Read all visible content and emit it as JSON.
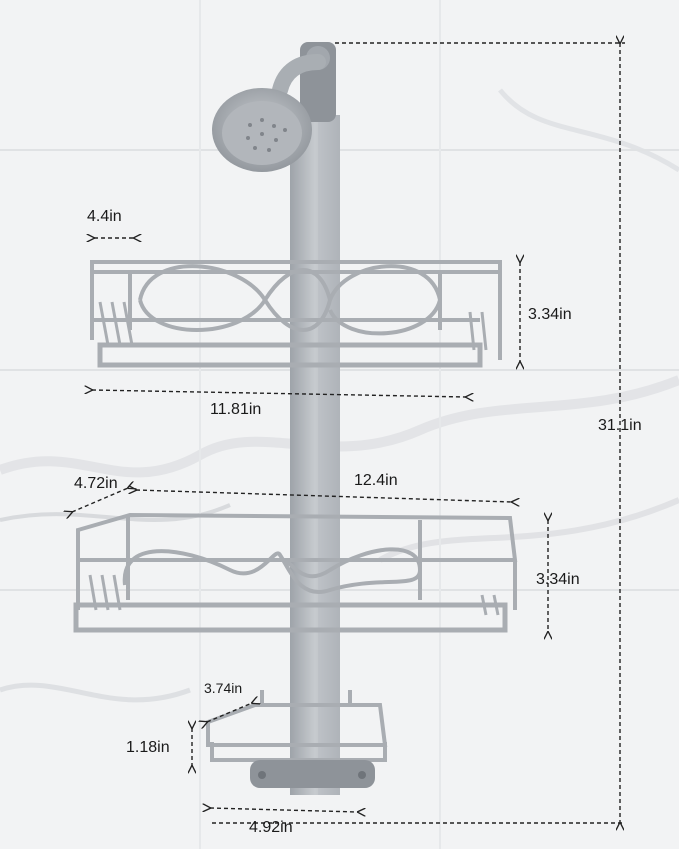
{
  "product": {
    "image_kind": "product-photo-with-dimensions",
    "dimensions": {
      "top_basket_depth": "4.4in",
      "top_basket_height": "3.34in",
      "top_basket_width": "11.81in",
      "total_height": "31.1in",
      "middle_basket_depth": "4.72in",
      "middle_basket_width": "12.4in",
      "middle_basket_height": "3.34in",
      "soap_dish_depth": "3.74in",
      "soap_dish_height": "1.18in",
      "soap_dish_width": "4.92in"
    }
  },
  "colors": {
    "background": "#eef0f1",
    "marble_vein": "#c9cdd1",
    "tile_grout": "#d9dcdf",
    "metal": "#b4b8bd",
    "metal_dark": "#8e9399",
    "dimension_line": "#222222"
  }
}
